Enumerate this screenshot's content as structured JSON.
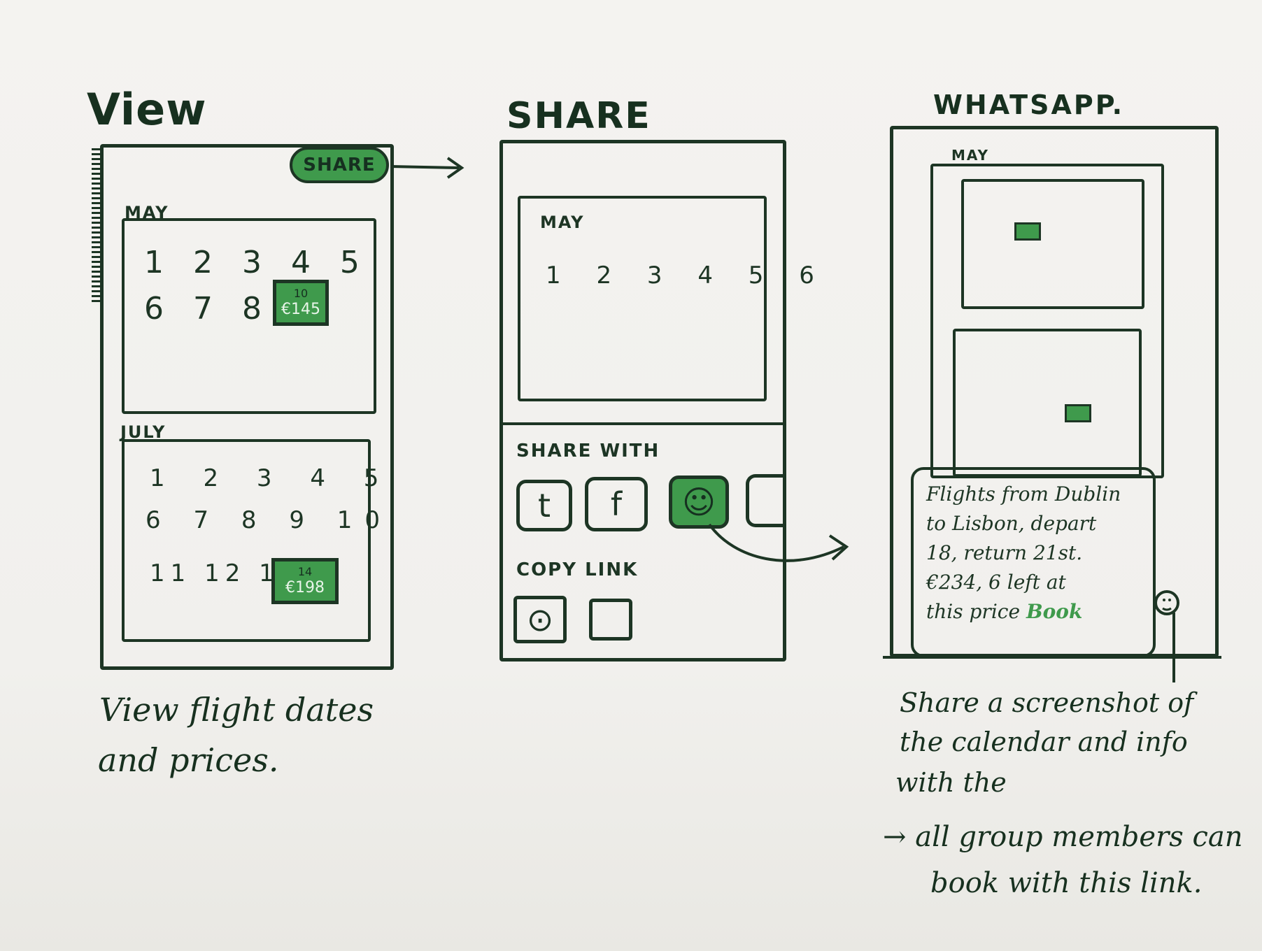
{
  "titles": {
    "view": "View",
    "share": "SHARE",
    "whatsapp": "WHATSAPP."
  },
  "view_screen": {
    "share_button": "SHARE",
    "may_label": "MAY",
    "may_row1": "1 2  3  4 5",
    "may_row2": "6 7 8 9",
    "may_price_day": "10",
    "may_price": "€145",
    "july_label": "JULY",
    "july_row1": "1 2 3 4 5",
    "july_row2": "6 7 8 9 10",
    "july_row3": "11 12 13",
    "july_price_day": "14",
    "july_price": "€198"
  },
  "share_screen": {
    "may_label": "MAY",
    "may_row1": "1 2 3 4 5 6",
    "share_with_label": "SHARE WITH",
    "icons": {
      "twitter": "t",
      "facebook": "f",
      "whatsapp": "☺"
    },
    "copy_link_label": "COPY LINK",
    "copy_icon": "⊙"
  },
  "whatsapp_screen": {
    "may_label": "MAY",
    "message_lines": [
      "Flights from Dublin",
      "to Lisbon, depart",
      "18, return 21st.",
      "€234, 6 left at",
      "this price"
    ],
    "book_link": "Book"
  },
  "captions": {
    "view_line1": "View flight dates",
    "view_line2": "and prices.",
    "wa_line1": "Share a screenshot of",
    "wa_line2": "the calendar and info",
    "wa_line3": "with the",
    "wa_line4": "→ all group members can",
    "wa_line5": "book with this link."
  },
  "colors": {
    "ink": "#1d3524",
    "accent": "#3f9a4c",
    "paper": "#f2f1ee"
  },
  "icon_names": [
    "twitter-icon",
    "facebook-icon",
    "whatsapp-icon",
    "copy-link-icon",
    "arrow-icon",
    "person-icon"
  ]
}
